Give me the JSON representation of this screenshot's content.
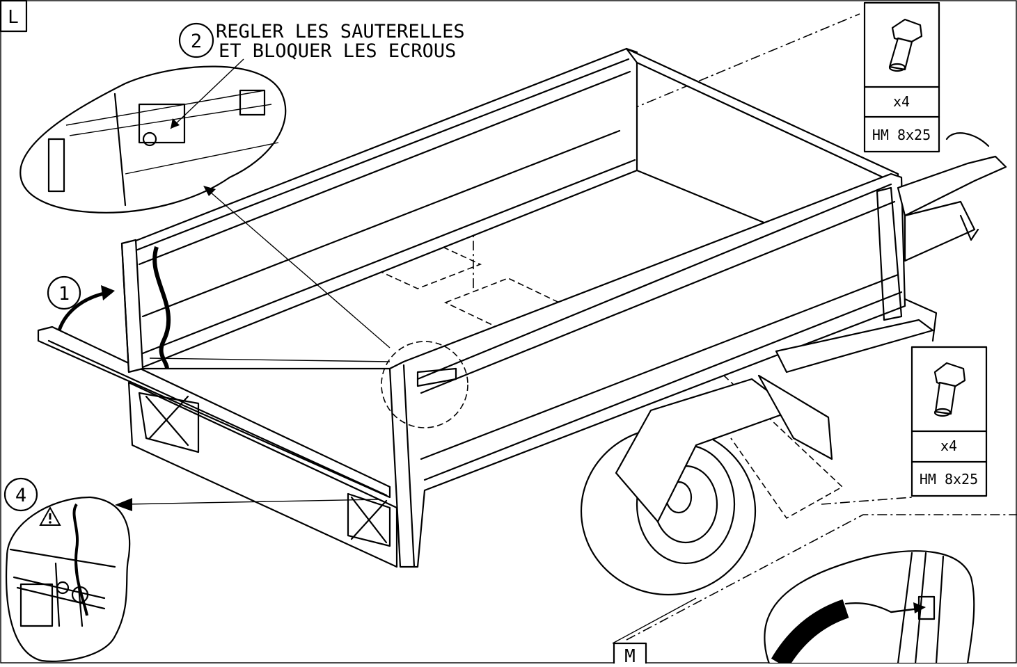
{
  "sheet": {
    "label_top": "L",
    "label_bottom": "M"
  },
  "steps": [
    {
      "number": "1"
    },
    {
      "number": "2",
      "text_line1": "REGLER LES SAUTERELLES",
      "text_line2": "ET BLOQUER LES ECROUS"
    },
    {
      "number": "4",
      "warning_icon": "warning-triangle-icon"
    }
  ],
  "hardware": [
    {
      "position": "top-right",
      "icon": "hex-bolt-icon",
      "qty": "x4",
      "spec": "HM 8x25"
    },
    {
      "position": "middle-right",
      "icon": "hex-bolt-icon",
      "qty": "x4",
      "spec": "HM 8x25"
    }
  ]
}
